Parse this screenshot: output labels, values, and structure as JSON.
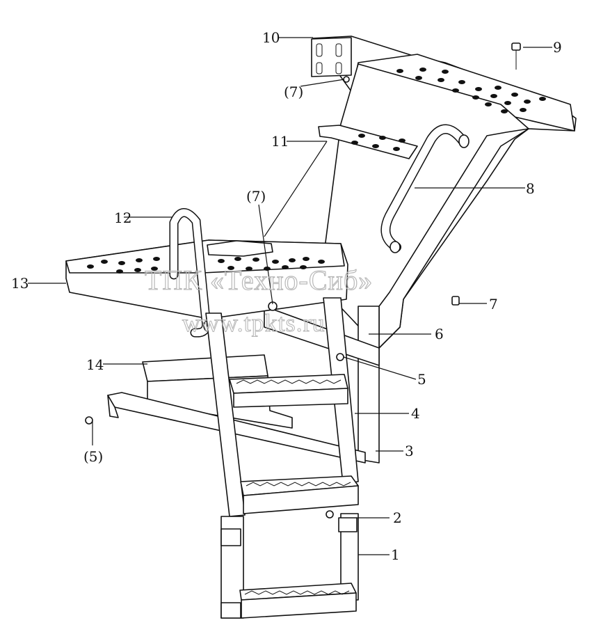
{
  "watermark": {
    "company": "ТПК «Техно-Сиб»",
    "url": "www.tpkts.ru"
  },
  "callouts": [
    {
      "id": "c1",
      "text": "1"
    },
    {
      "id": "c2",
      "text": "2"
    },
    {
      "id": "c3",
      "text": "3"
    },
    {
      "id": "c4",
      "text": "4"
    },
    {
      "id": "c5",
      "text": "5"
    },
    {
      "id": "c5b",
      "text": "(5)"
    },
    {
      "id": "c6",
      "text": "6"
    },
    {
      "id": "c7",
      "text": "7"
    },
    {
      "id": "c7b",
      "text": "(7)"
    },
    {
      "id": "c7c",
      "text": "(7)"
    },
    {
      "id": "c8",
      "text": "8"
    },
    {
      "id": "c9",
      "text": "9"
    },
    {
      "id": "c10",
      "text": "10"
    },
    {
      "id": "c11",
      "text": "11"
    },
    {
      "id": "c12",
      "text": "12"
    },
    {
      "id": "c13",
      "text": "13"
    },
    {
      "id": "c14",
      "text": "14"
    }
  ]
}
